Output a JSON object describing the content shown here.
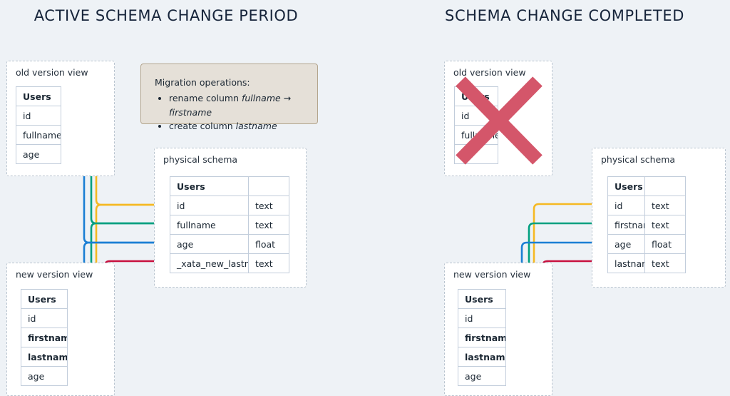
{
  "background": "#eef2f6",
  "titles": {
    "left": "ACTIVE SCHEMA CHANGE PERIOD",
    "right": "SCHEMA CHANGE COMPLETED"
  },
  "labels": {
    "old_version_view": "old version view",
    "new_version_view": "new version view",
    "physical_schema": "physical schema"
  },
  "migration": {
    "heading": "Migration operations:",
    "items": [
      {
        "prefix": "rename column ",
        "from": "fullname",
        "arrow": " → ",
        "to": "firstname"
      },
      {
        "prefix": "create column ",
        "from": "lastname",
        "arrow": "",
        "to": ""
      }
    ],
    "item1_text": "rename column fullname → firstname",
    "item2_text": "create column lastname",
    "bg": "#e5e0d8",
    "border": "#b3a58d"
  },
  "tables": {
    "left_old_view": {
      "name": "Users",
      "rows": [
        {
          "col": "id",
          "type": "",
          "bold": false
        },
        {
          "col": "fullname",
          "type": "",
          "bold": false
        },
        {
          "col": "age",
          "type": "",
          "bold": false
        }
      ]
    },
    "left_new_view": {
      "name": "Users",
      "rows": [
        {
          "col": "id",
          "type": "",
          "bold": false
        },
        {
          "col": "firstname",
          "type": "",
          "bold": true
        },
        {
          "col": "lastname",
          "type": "",
          "bold": true
        },
        {
          "col": "age",
          "type": "",
          "bold": false
        }
      ]
    },
    "left_physical": {
      "name": "Users",
      "header_type": "",
      "rows": [
        {
          "col": "id",
          "type": "text",
          "bold": false
        },
        {
          "col": "fullname",
          "type": "text",
          "bold": false
        },
        {
          "col": "age",
          "type": "float",
          "bold": false
        },
        {
          "col": "_xata_new_lastname",
          "type": "text",
          "bold": false
        }
      ]
    },
    "right_old_view": {
      "name": "Users",
      "rows": [
        {
          "col": "id",
          "type": "",
          "bold": false
        },
        {
          "col": "fullname",
          "type": "",
          "bold": false
        },
        {
          "col": "",
          "type": "",
          "bold": false
        }
      ]
    },
    "right_new_view": {
      "name": "Users",
      "rows": [
        {
          "col": "id",
          "type": "",
          "bold": false
        },
        {
          "col": "firstname",
          "type": "",
          "bold": true
        },
        {
          "col": "lastname",
          "type": "",
          "bold": true
        },
        {
          "col": "age",
          "type": "",
          "bold": false
        }
      ]
    },
    "right_physical": {
      "name": "Users",
      "header_type": "",
      "rows": [
        {
          "col": "id",
          "type": "text",
          "bold": false
        },
        {
          "col": "firstname",
          "type": "text",
          "bold": false
        },
        {
          "col": "age",
          "type": "float",
          "bold": false
        },
        {
          "col": "lastname",
          "type": "text",
          "bold": false
        }
      ]
    }
  },
  "wire_colors": {
    "id": "#f5b922",
    "name": "#00a080",
    "age": "#1b7fd4",
    "lastname": "#c8103e"
  },
  "cross_out": {
    "color": "#d4566a",
    "target": "old version view"
  }
}
